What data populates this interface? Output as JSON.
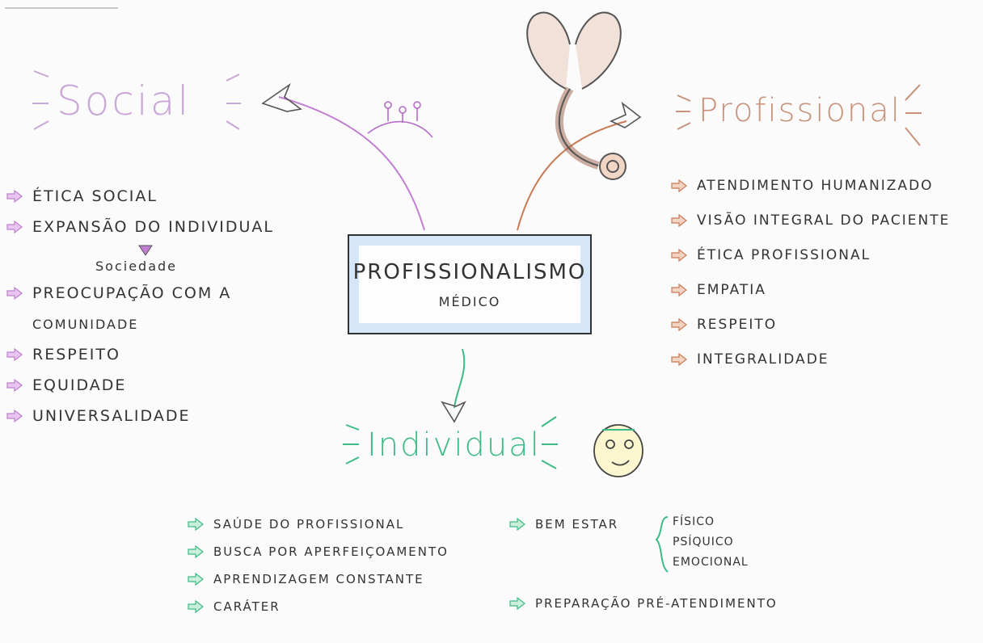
{
  "center": {
    "title": "Profissionalismo",
    "subtitle": "Médico"
  },
  "social": {
    "title": "Social",
    "items": [
      "Ética social",
      "Expansão do individual",
      "Preocupação com a",
      "comunidade",
      "Respeito",
      "Equidade",
      "Universalidade"
    ],
    "sub_item": "Sociedade"
  },
  "profissional": {
    "title": "Profissional",
    "items": [
      "Atendimento humanizado",
      "Visão integral do paciente",
      "Ética profissional",
      "Empatia",
      "Respeito",
      "Integralidade"
    ]
  },
  "individual": {
    "title": "Individual",
    "left_items": [
      "Saúde do profissional",
      "Busca por aperfeiçoamento",
      "Aprendizagem constante",
      "Caráter"
    ],
    "bem_estar": "Bem estar",
    "bem_estar_types": [
      "Físico",
      "Psíquico",
      "Emocional"
    ],
    "preparacao": "Preparação pré-atendimento"
  },
  "colors": {
    "social": "#c07fd0",
    "profissional": "#c97a55",
    "individual": "#3dbb86",
    "box": "#d4e6f7"
  }
}
